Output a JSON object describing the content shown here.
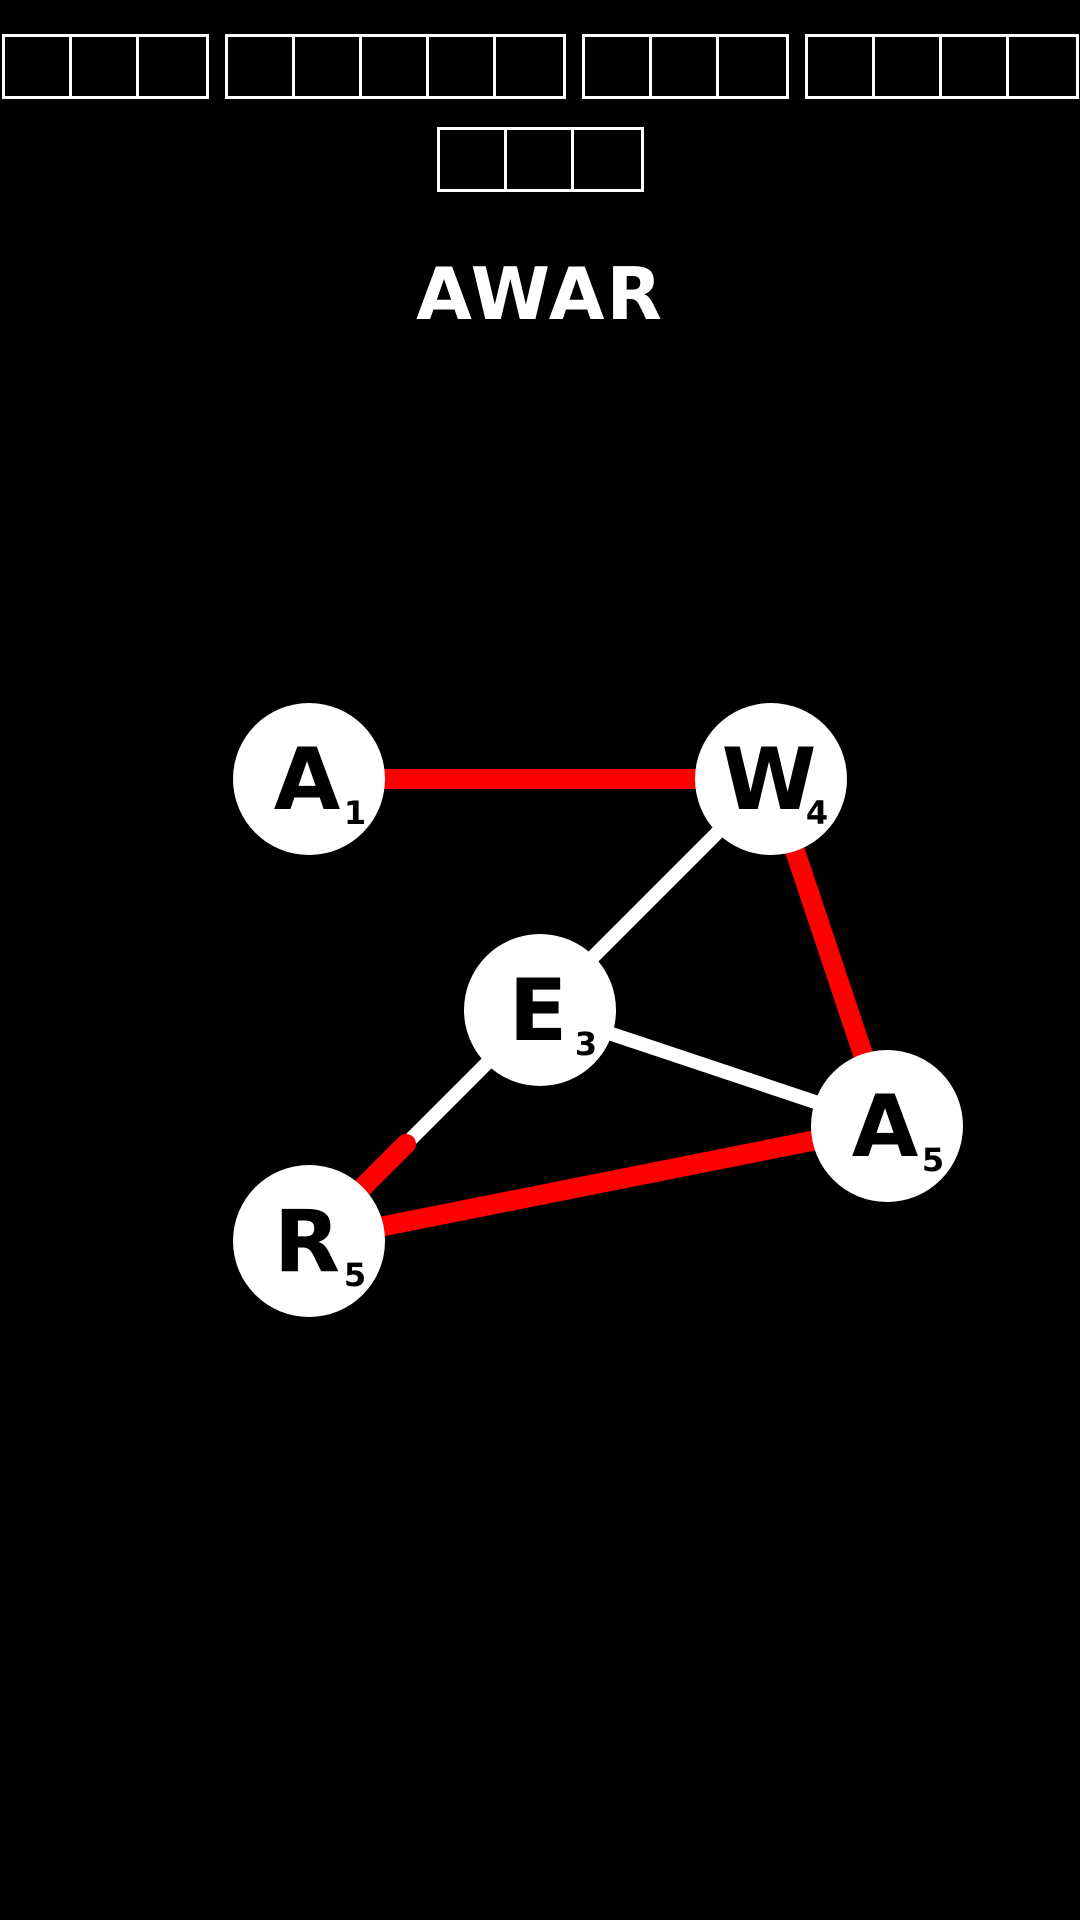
{
  "answer_words": [
    {
      "length": 3,
      "row": 0
    },
    {
      "length": 5,
      "row": 0
    },
    {
      "length": 3,
      "row": 0
    },
    {
      "length": 4,
      "row": 0
    },
    {
      "length": 3,
      "row": 1
    }
  ],
  "current_word": "AWAR",
  "colors": {
    "background": "#000000",
    "node_fill": "#ffffff",
    "edge_default": "#ffffff",
    "edge_selected": "#ff0000"
  },
  "nodes": [
    {
      "id": "a1",
      "letter": "A",
      "score": "1"
    },
    {
      "id": "w4",
      "letter": "W",
      "score": "4"
    },
    {
      "id": "e3",
      "letter": "E",
      "score": "3"
    },
    {
      "id": "a5",
      "letter": "A",
      "score": "5"
    },
    {
      "id": "r5",
      "letter": "R",
      "score": "5"
    }
  ],
  "edges": [
    {
      "from": "a1",
      "to": "w4",
      "selected": true
    },
    {
      "from": "w4",
      "to": "e3",
      "selected": false
    },
    {
      "from": "w4",
      "to": "a5",
      "selected": true
    },
    {
      "from": "e3",
      "to": "a5",
      "selected": false
    },
    {
      "from": "e3",
      "to": "r5",
      "selected": false
    },
    {
      "from": "a5",
      "to": "r5",
      "selected": true
    }
  ]
}
